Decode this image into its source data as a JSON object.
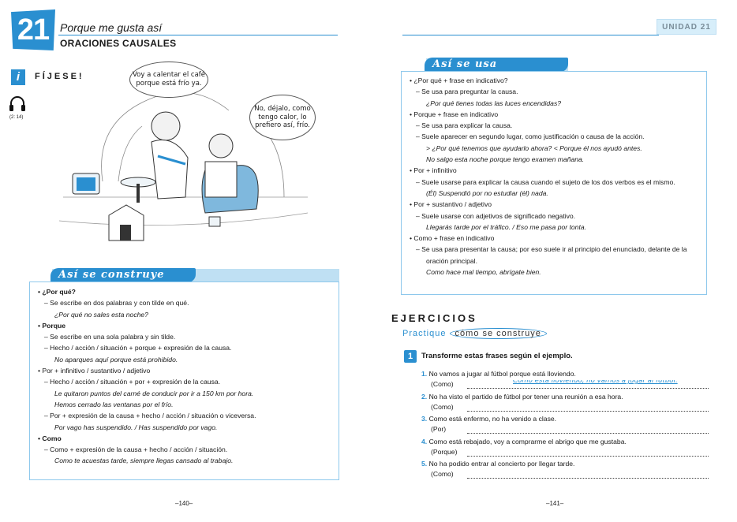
{
  "header": {
    "unit_number": "21",
    "title": "Porque me gusta así",
    "subtitle": "ORACIONES CAUSALES",
    "unit_tab": "UNIDAD 21"
  },
  "fijese": {
    "icon": "i",
    "label": "FÍJESE!",
    "track": "(2: 14)",
    "bubble1": "Voy a calentar el café porque está frío ya.",
    "bubble2": "No, déjalo, como tengo calor, lo prefiero así, frío."
  },
  "construye": {
    "heading": "Así se construye",
    "lines": [
      {
        "t": "• ¿Por qué?",
        "cls": "b"
      },
      {
        "t": "– Se escribe en dos palabras y con tilde en qué.",
        "cls": "ind1"
      },
      {
        "t": "¿Por qué no sales esta noche?",
        "cls": "ind2 ex"
      },
      {
        "t": "• Porque",
        "cls": "b"
      },
      {
        "t": "– Se escribe en una sola palabra y sin tilde.",
        "cls": "ind1"
      },
      {
        "t": "– Hecho / acción / situación + porque + expresión de la causa.",
        "cls": "ind1"
      },
      {
        "t": "No aparques aquí porque está prohibido.",
        "cls": "ind2 ex"
      },
      {
        "t": "• Por + infinitivo / sustantivo / adjetivo",
        "cls": ""
      },
      {
        "t": "– Hecho / acción / situación + por + expresión de la causa.",
        "cls": "ind1"
      },
      {
        "t": "Le quitaron puntos del carné de conducir por ir a 150 km por hora.",
        "cls": "ind2 ex"
      },
      {
        "t": "Hemos cerrado las ventanas por el frío.",
        "cls": "ind2 ex"
      },
      {
        "t": "– Por + expresión de la causa + hecho / acción / situación o viceversa.",
        "cls": "ind1"
      },
      {
        "t": "Por vago has suspendido. / Has suspendido por vago.",
        "cls": "ind2 ex"
      },
      {
        "t": "• Como",
        "cls": "b"
      },
      {
        "t": "– Como + expresión de la causa + hecho / acción / situación.",
        "cls": "ind1"
      },
      {
        "t": "Como te acuestas tarde, siempre llegas cansado al trabajo.",
        "cls": "ind2 ex"
      }
    ]
  },
  "usa": {
    "heading": "Así se usa",
    "lines": [
      {
        "t": "• ¿Por qué + frase en indicativo?",
        "cls": ""
      },
      {
        "t": "– Se usa para preguntar la causa.",
        "cls": "ind1"
      },
      {
        "t": "¿Por qué tienes todas las luces encendidas?",
        "cls": "ind2 ex"
      },
      {
        "t": "• Porque + frase en indicativo",
        "cls": ""
      },
      {
        "t": "– Se usa para explicar la causa.",
        "cls": "ind1"
      },
      {
        "t": "– Suele aparecer en segundo lugar, como justificación o causa de la acción.",
        "cls": "ind1"
      },
      {
        "t": "> ¿Por qué tenemos que ayudarlo ahora? < Porque él nos ayudó antes.",
        "cls": "ind2 ex"
      },
      {
        "t": "No salgo esta noche porque tengo examen mañana.",
        "cls": "ind2 ex"
      },
      {
        "t": "• Por + infinitivo",
        "cls": ""
      },
      {
        "t": "– Suele usarse para explicar la causa cuando el sujeto de los dos verbos es el mismo.",
        "cls": "ind1"
      },
      {
        "t": "(Él) Suspendió por no estudiar (él) nada.",
        "cls": "ind2 ex"
      },
      {
        "t": "• Por + sustantivo / adjetivo",
        "cls": ""
      },
      {
        "t": "– Suele usarse con adjetivos de significado negativo.",
        "cls": "ind1"
      },
      {
        "t": "Llegarás tarde por el tráfico. / Eso me pasa por tonta.",
        "cls": "ind2 ex"
      },
      {
        "t": "• Como + frase en indicativo",
        "cls": ""
      },
      {
        "t": "– Se usa para presentar la causa; por eso suele ir al principio del enunciado, delante de la",
        "cls": "ind1"
      },
      {
        "t": "oración principal.",
        "cls": "ind2"
      },
      {
        "t": "Como hace mal tiempo, abrígate bien.",
        "cls": "ind2 ex"
      }
    ]
  },
  "ejercicios": {
    "title": "EJERCICIOS",
    "practique": "Practique",
    "practique_oval": "cómo se construye",
    "exercise_number": "1",
    "instruction": "Transforme estas frases según el ejemplo.",
    "items": [
      {
        "n": "1.",
        "text": "No vamos a jugar al fútbol porque está lloviendo.",
        "prompt": "(Como)",
        "answer": "Como está lloviendo, no vamos a jugar al fútbol."
      },
      {
        "n": "2.",
        "text": "No ha visto el partido de fútbol por tener una reunión a esa hora.",
        "prompt": "(Como)",
        "answer": ""
      },
      {
        "n": "3.",
        "text": "Como está enfermo, no ha venido a clase.",
        "prompt": "(Por)",
        "answer": ""
      },
      {
        "n": "4.",
        "text": "Como está rebajado, voy a comprarme el abrigo que me gustaba.",
        "prompt": "(Porque)",
        "answer": ""
      },
      {
        "n": "5.",
        "text": "No ha podido entrar al concierto por llegar tarde.",
        "prompt": "(Como)",
        "answer": ""
      }
    ]
  },
  "pages": {
    "left": "–140–",
    "right": "–141–"
  },
  "colors": {
    "accent": "#2a8fd0",
    "box_border": "#8ec8ec",
    "tab_bg": "#d7eefa"
  }
}
